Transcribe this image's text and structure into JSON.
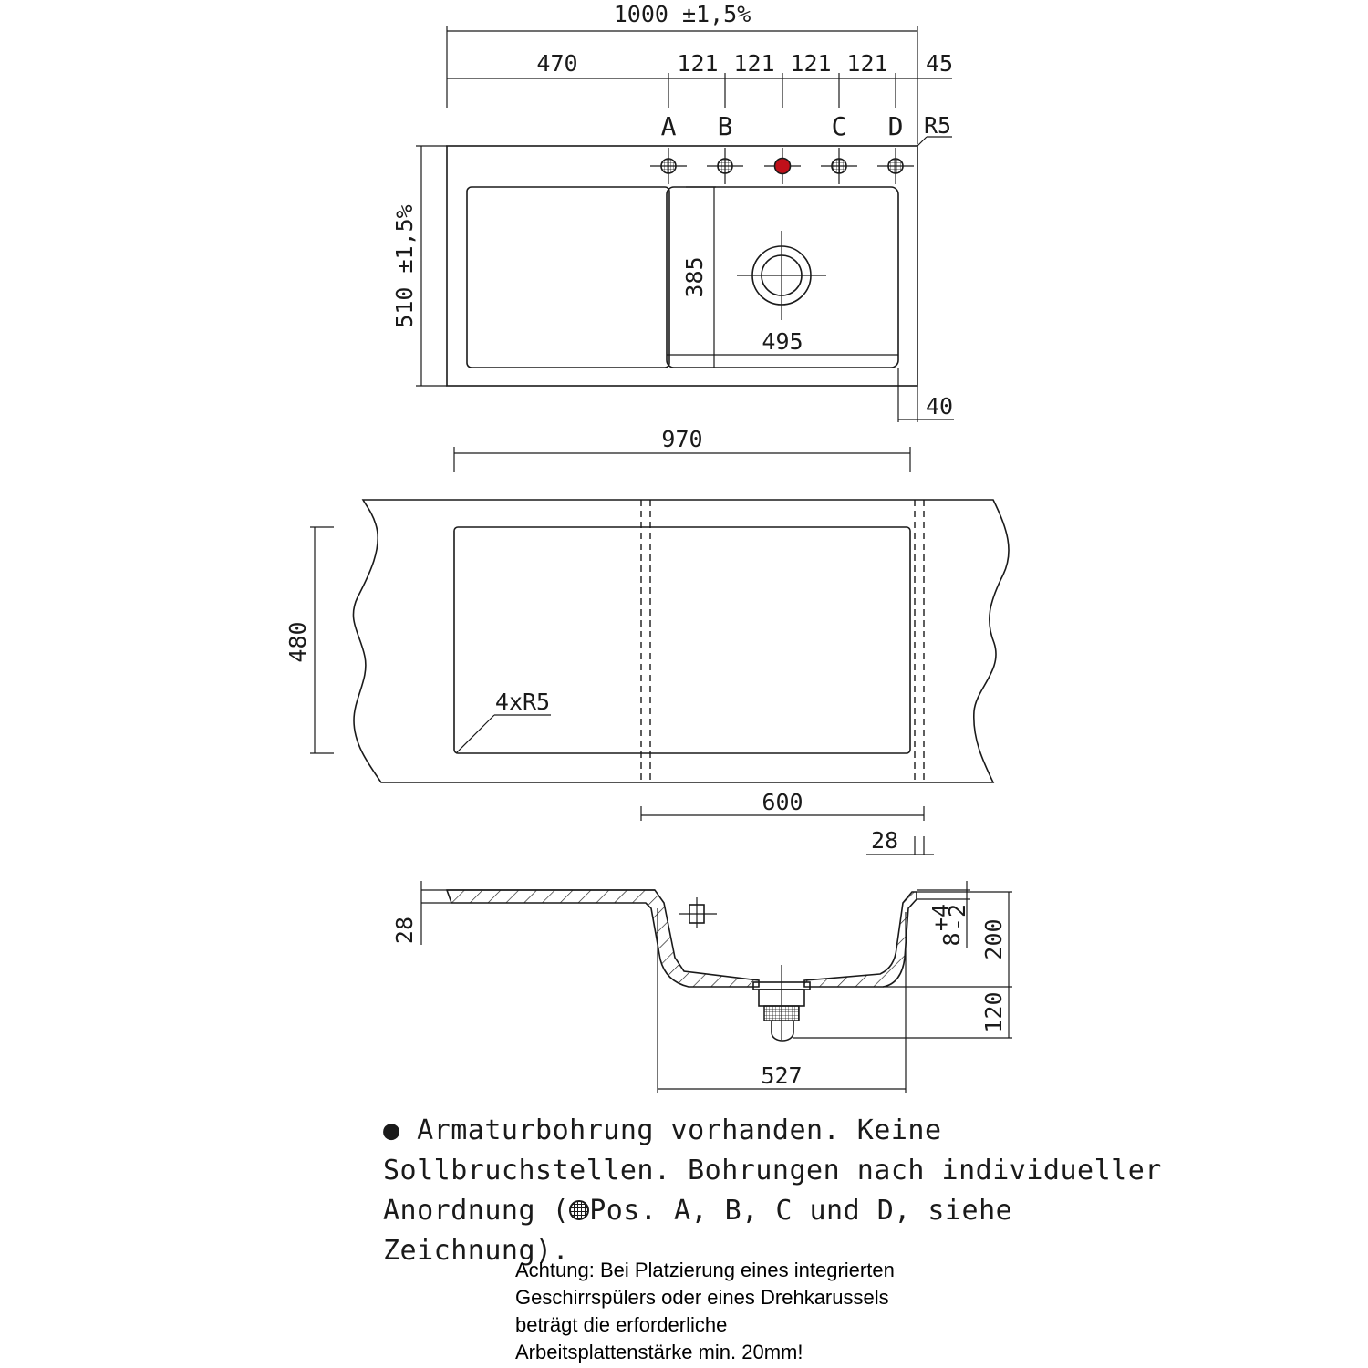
{
  "top_view": {
    "overall_width": "1000 ±1,5%",
    "segment_left": "470",
    "segments": [
      "121",
      "121",
      "121",
      "121"
    ],
    "segment_right": "45",
    "hole_labels": [
      "A",
      "B",
      "C",
      "D"
    ],
    "corner_radius": "R5",
    "overall_depth": "510 ±1,5%",
    "bowl_depth": "385",
    "bowl_width": "495",
    "edge_offset": "40"
  },
  "cutout_view": {
    "width": "970",
    "depth": "480",
    "corner_radius": "4xR5",
    "bowl_cutout_width": "600",
    "edge_width": "28"
  },
  "section_view": {
    "rim_height": "28",
    "bowl_height": "200",
    "overflow_tolerance": "8",
    "tolerance_plus": "+4",
    "tolerance_minus": "-2",
    "drain_height": "120",
    "bowl_bottom_width": "527"
  },
  "note": {
    "bullet": "●",
    "line1": "Armaturbohrung vorhanden. Keine",
    "line2": "Sollbruchstellen. Bohrungen nach individueller",
    "line3": "Pos. A, B, C und D, siehe Zeichnung).",
    "line3_prefix": "Anordnung ("
  },
  "warning": {
    "line1": "Achtung: Bei Platzierung eines integrierten",
    "line2": "Geschirrspülers oder eines Drehkarussels",
    "line3": "beträgt die erforderliche",
    "line4": "Arbeitsplattenstärke min. 20mm!"
  },
  "colors": {
    "line": "#1a1a1a",
    "center_hole": "#c0101a",
    "background": "#ffffff"
  }
}
